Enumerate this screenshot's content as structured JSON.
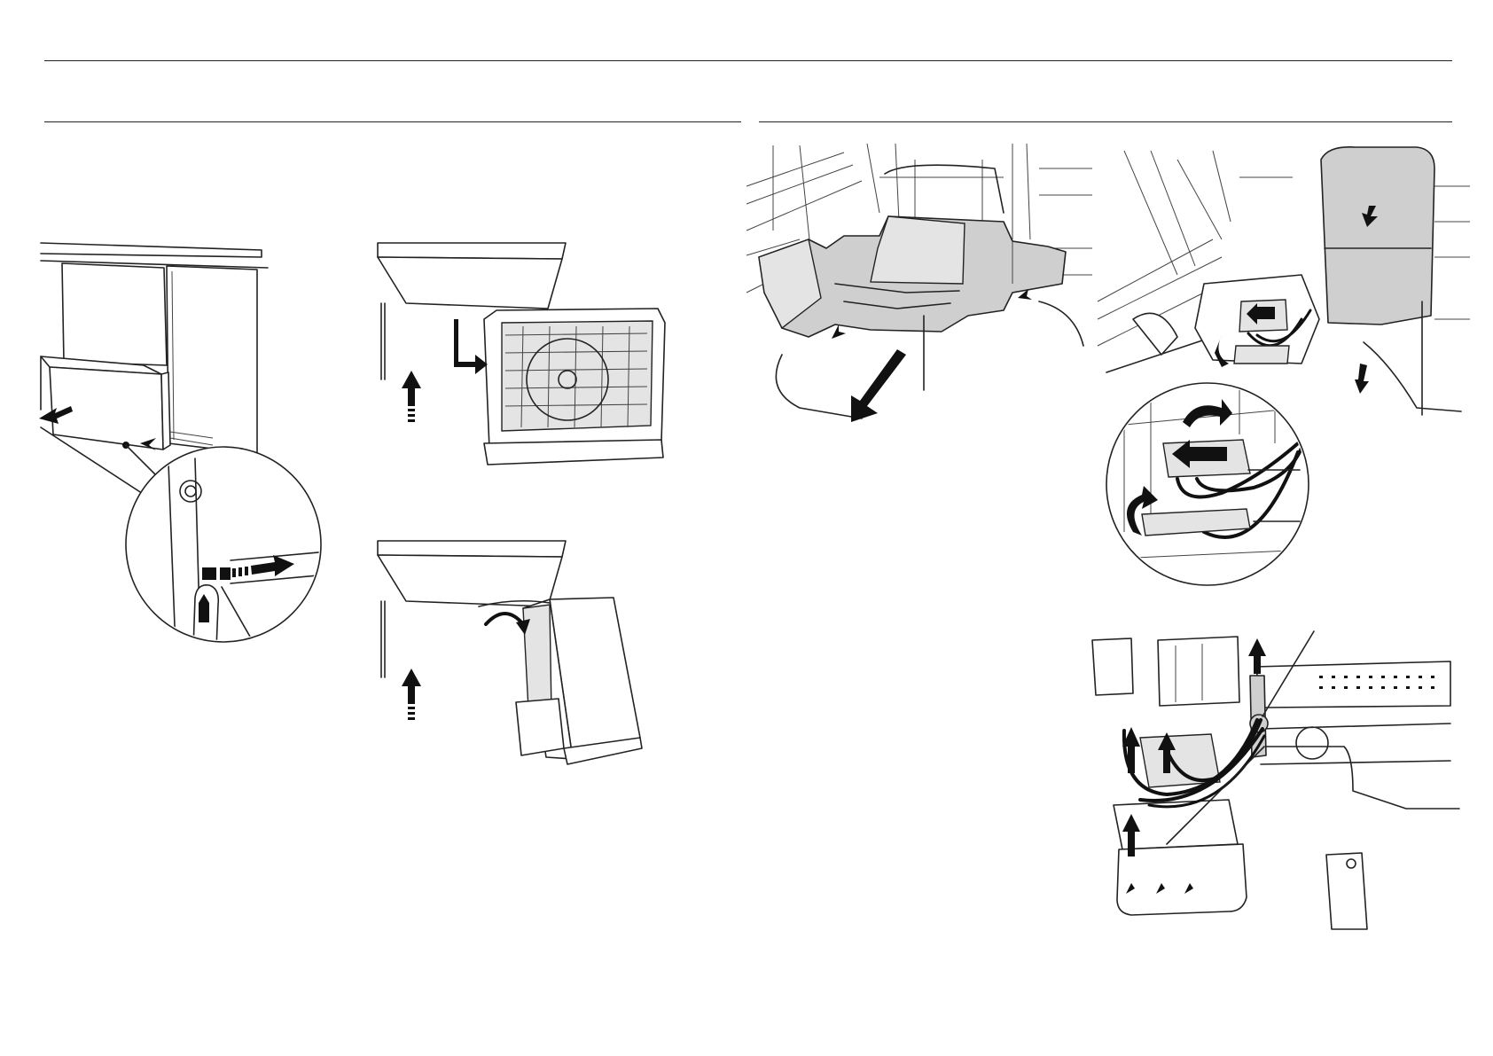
{
  "page": {
    "background": "#ffffff",
    "ink_color": "#222222",
    "shade_color": "#cfcfcf"
  },
  "figures": [
    {
      "id": "drawer-open-release-catch",
      "icons": [
        "arrow-left-icon",
        "arrow-right-icon",
        "finger-press-icon",
        "pointer-arrowhead-icon"
      ]
    },
    {
      "id": "drawer-lift-and-turn",
      "icons": [
        "dashed-arrow-up-icon",
        "l-turn-arrow-icon"
      ]
    },
    {
      "id": "drawer-tilt-forward",
      "icons": [
        "dashed-arrow-up-icon",
        "curved-arrow-icon"
      ]
    },
    {
      "id": "tub-pull-out",
      "icons": [
        "large-arrow-down-left-icon",
        "pointer-arrowhead-icon"
      ]
    },
    {
      "id": "cover-and-connector-detail",
      "icons": [
        "arrow-down-icon",
        "arrow-left-icon",
        "rotate-arrow-icon"
      ]
    },
    {
      "id": "wiring-harness-release",
      "icons": [
        "arrow-up-icon",
        "pointer-arrowhead-icon"
      ]
    }
  ]
}
